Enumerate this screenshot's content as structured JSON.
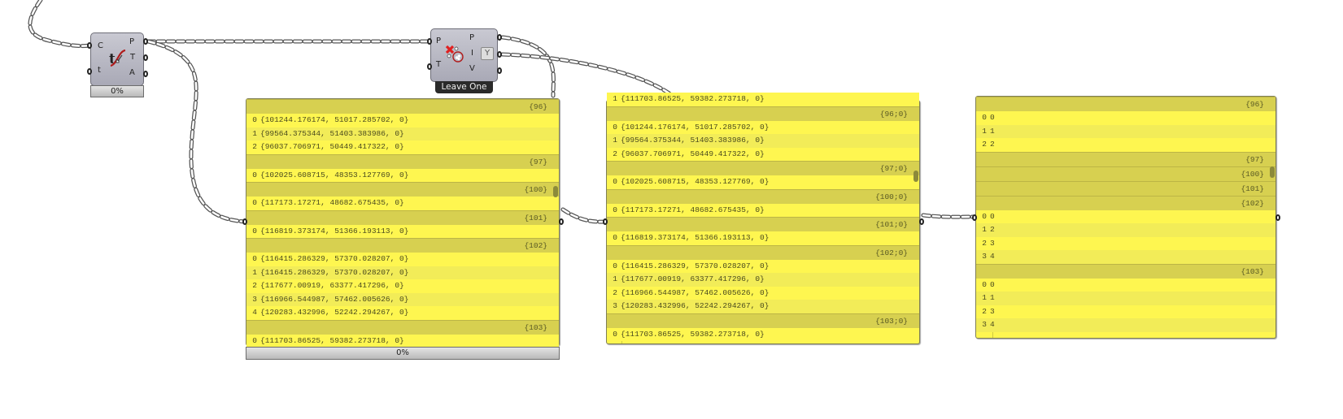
{
  "nodes": {
    "evaluate_curve": {
      "inputs": [
        "C",
        "t"
      ],
      "outputs": [
        "P",
        "T",
        "A"
      ],
      "progress": "0%",
      "icon": "evaluate-curve-icon"
    },
    "leave_one": {
      "inputs": [
        "P",
        "T"
      ],
      "outputs": [
        "P",
        "I",
        "V"
      ],
      "label": "Leave One",
      "icon": "cull-point-icon",
      "filter_icon": "filter-icon"
    }
  },
  "panel1": {
    "progress": "0%",
    "rows": [
      {
        "type": "hdr",
        "text": "{96}"
      },
      {
        "type": "data",
        "i": "0",
        "v": "{101244.176174, 51017.285702, 0}"
      },
      {
        "type": "data",
        "i": "1",
        "v": "{99564.375344, 51403.383986, 0}"
      },
      {
        "type": "data",
        "i": "2",
        "v": "{96037.706971, 50449.417322, 0}"
      },
      {
        "type": "hdr",
        "text": "{97}"
      },
      {
        "type": "data",
        "i": "0",
        "v": "{102025.608715, 48353.127769, 0}"
      },
      {
        "type": "hdr",
        "text": "{100}"
      },
      {
        "type": "data",
        "i": "0",
        "v": "{117173.17271, 48682.675435, 0}"
      },
      {
        "type": "hdr",
        "text": "{101}"
      },
      {
        "type": "data",
        "i": "0",
        "v": "{116819.373174, 51366.193113, 0}"
      },
      {
        "type": "hdr",
        "text": "{102}"
      },
      {
        "type": "data",
        "i": "0",
        "v": "{116415.286329, 57370.028207, 0}"
      },
      {
        "type": "data",
        "i": "1",
        "v": "{116415.286329, 57370.028207, 0}"
      },
      {
        "type": "data",
        "i": "2",
        "v": "{117677.00919, 63377.417296, 0}"
      },
      {
        "type": "data",
        "i": "3",
        "v": "{116966.544987, 57462.005626, 0}"
      },
      {
        "type": "data",
        "i": "4",
        "v": "{120283.432996, 52242.294267, 0}"
      },
      {
        "type": "hdr",
        "text": "{103}"
      },
      {
        "type": "data",
        "i": "0",
        "v": "{111703.86525, 59382.273718, 0}"
      }
    ]
  },
  "panel2": {
    "rows": [
      {
        "type": "data",
        "i": "1",
        "v": "{111703.86525, 59382.273718, 0}"
      },
      {
        "type": "hdr",
        "text": "{96;0}"
      },
      {
        "type": "data",
        "i": "0",
        "v": "{101244.176174, 51017.285702, 0}"
      },
      {
        "type": "data",
        "i": "1",
        "v": "{99564.375344, 51403.383986, 0}"
      },
      {
        "type": "data",
        "i": "2",
        "v": "{96037.706971, 50449.417322, 0}"
      },
      {
        "type": "hdr",
        "text": "{97;0}"
      },
      {
        "type": "data",
        "i": "0",
        "v": "{102025.608715, 48353.127769, 0}"
      },
      {
        "type": "hdr",
        "text": "{100;0}"
      },
      {
        "type": "data",
        "i": "0",
        "v": "{117173.17271, 48682.675435, 0}"
      },
      {
        "type": "hdr",
        "text": "{101;0}"
      },
      {
        "type": "data",
        "i": "0",
        "v": "{116819.373174, 51366.193113, 0}"
      },
      {
        "type": "hdr",
        "text": "{102;0}"
      },
      {
        "type": "data",
        "i": "0",
        "v": "{116415.286329, 57370.028207, 0}"
      },
      {
        "type": "data",
        "i": "1",
        "v": "{117677.00919, 63377.417296, 0}"
      },
      {
        "type": "data",
        "i": "2",
        "v": "{116966.544987, 57462.005626, 0}"
      },
      {
        "type": "data",
        "i": "3",
        "v": "{120283.432996, 52242.294267, 0}"
      },
      {
        "type": "hdr",
        "text": "{103;0}"
      },
      {
        "type": "data",
        "i": "0",
        "v": "{111703.86525, 59382.273718, 0}"
      }
    ]
  },
  "panel3": {
    "rows": [
      {
        "type": "hdr",
        "text": "{96}"
      },
      {
        "type": "data",
        "i": "0",
        "v": "0"
      },
      {
        "type": "data",
        "i": "1",
        "v": "1"
      },
      {
        "type": "data",
        "i": "2",
        "v": "2"
      },
      {
        "type": "hdr",
        "text": "{97}"
      },
      {
        "type": "hdr",
        "text": "{100}"
      },
      {
        "type": "hdr",
        "text": "{101}"
      },
      {
        "type": "hdr",
        "text": "{102}"
      },
      {
        "type": "data",
        "i": "0",
        "v": "0"
      },
      {
        "type": "data",
        "i": "1",
        "v": "2"
      },
      {
        "type": "data",
        "i": "2",
        "v": "3"
      },
      {
        "type": "data",
        "i": "3",
        "v": "4"
      },
      {
        "type": "hdr",
        "text": "{103}"
      },
      {
        "type": "data",
        "i": "0",
        "v": "0"
      },
      {
        "type": "data",
        "i": "1",
        "v": "1"
      },
      {
        "type": "data",
        "i": "2",
        "v": "3"
      },
      {
        "type": "data",
        "i": "3",
        "v": "4"
      }
    ]
  }
}
